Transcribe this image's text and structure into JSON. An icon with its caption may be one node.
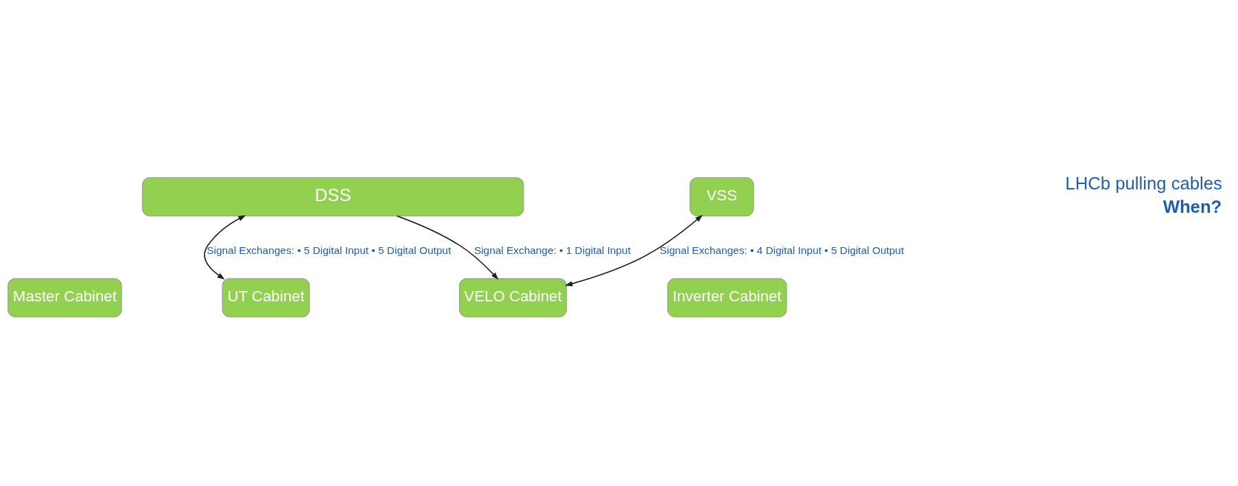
{
  "diagram": {
    "nodes": [
      {
        "text": [
          "DSS"
        ]
      },
      {
        "text": [
          "VSS"
        ]
      },
      {
        "text": [
          "Master Cabinet"
        ]
      },
      {
        "text": [
          "UT Cabinet"
        ]
      },
      {
        "text": [
          "VELO Cabinet"
        ]
      },
      {
        "text": [
          "Inverter Cabinet"
        ]
      }
    ],
    "edges": [
      {
        "from": 0,
        "to": 3,
        "arrow": "both",
        "label": "Signal Exchanges: • 5 Digital Input • 5 Digital Output"
      },
      {
        "from": 1,
        "to": 4,
        "arrow": "both",
        "label": "Signal Exchanges: • 4 Digital Input • 5 Digital Output"
      },
      {
        "from": 0,
        "to": 4,
        "arrow": "to",
        "label": "Signal Exchange: • 1 Digital Input"
      }
    ],
    "labels": [
      "LHCb pulling cables",
      "When?"
    ]
  }
}
